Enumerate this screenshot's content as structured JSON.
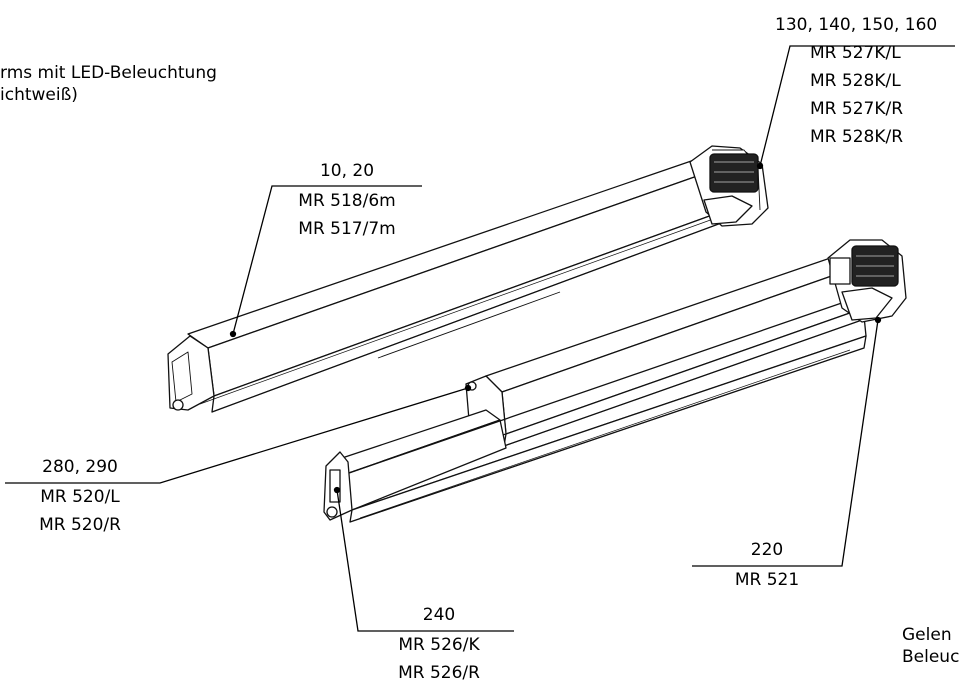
{
  "intro": {
    "line1": "rms mit LED-Beleuchtung",
    "line2": "ichtweiß)"
  },
  "callouts": {
    "top_right": {
      "positions": "130, 140, 150, 160",
      "parts": [
        "MR 527K/L",
        "MR 528K/L",
        "MR 527K/R",
        "MR 528K/R"
      ]
    },
    "upper_arm": {
      "positions": "10, 20",
      "parts": [
        "MR 518/6m",
        "MR 517/7m"
      ]
    },
    "joint_left": {
      "positions": "280, 290",
      "parts": [
        "MR 520/L",
        "MR 520/R"
      ]
    },
    "lower_right": {
      "positions": "220",
      "parts": [
        "MR 521"
      ]
    },
    "end_cap": {
      "positions": "240",
      "parts": [
        "MR 526/K",
        "MR 526/R"
      ]
    }
  },
  "footer": {
    "line1": "Gelen",
    "line2": "Beleuc"
  }
}
